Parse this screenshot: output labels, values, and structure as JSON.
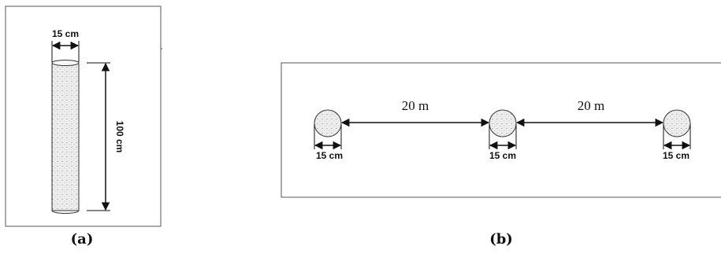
{
  "panel_a": {
    "diameter_label": "15 cm",
    "length_label": "100 cm",
    "caption": "(a)"
  },
  "panel_b": {
    "spacing_labels": [
      "20 m",
      "20 m"
    ],
    "diameter_labels": [
      "15 cm",
      "15 cm",
      "15 cm"
    ],
    "caption": "(b)"
  }
}
